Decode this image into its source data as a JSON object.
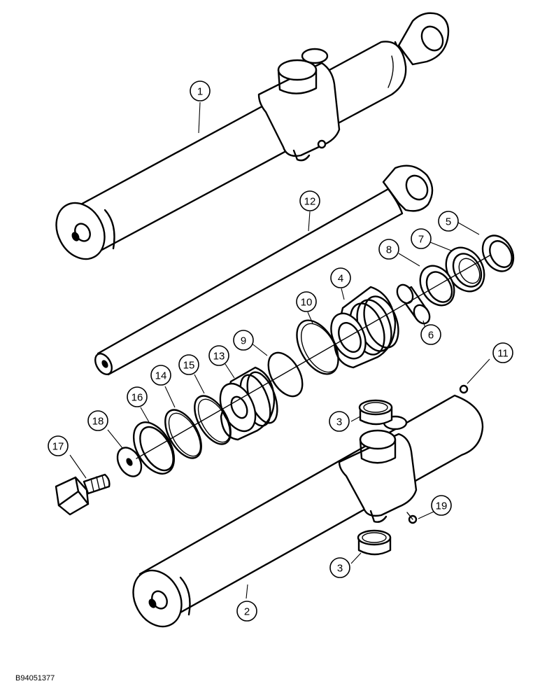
{
  "figure_id": "B94051377",
  "callouts": [
    {
      "label": "1"
    },
    {
      "label": "12"
    },
    {
      "label": "5"
    },
    {
      "label": "7"
    },
    {
      "label": "8"
    },
    {
      "label": "4"
    },
    {
      "label": "10"
    },
    {
      "label": "6"
    },
    {
      "label": "9"
    },
    {
      "label": "13"
    },
    {
      "label": "15"
    },
    {
      "label": "14"
    },
    {
      "label": "16"
    },
    {
      "label": "18"
    },
    {
      "label": "17"
    },
    {
      "label": "11"
    },
    {
      "label": "3"
    },
    {
      "label": "19"
    },
    {
      "label": "3"
    },
    {
      "label": "2"
    }
  ]
}
